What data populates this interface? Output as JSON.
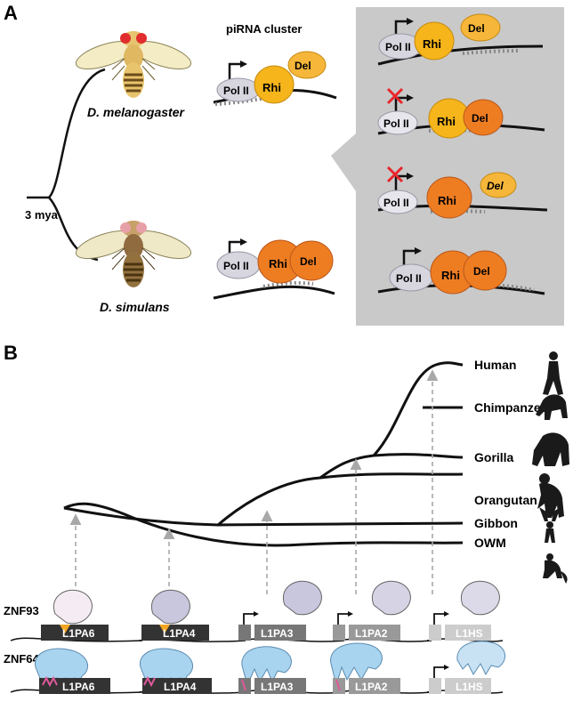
{
  "panel_a": {
    "letter": "A",
    "time": "3  mya",
    "cluster_title": "piRNA cluster",
    "species_1": "D. melanogaster",
    "species_2": "D. simulans",
    "pol_label": "Pol II",
    "rhi_label": "Rhi",
    "del_label": "Del",
    "colors": {
      "mel_rhi": "#f5b51b",
      "sim_rhi": "#ee7d22",
      "del_light": "#f6b63a",
      "pol": "#d7d5de",
      "box": "#c9c9c9",
      "inhibit": "#e8262b"
    }
  },
  "panel_b": {
    "letter": "B",
    "taxa": [
      "Human",
      "Chimpanzee",
      "Gorilla",
      "Orangutan",
      "Gibbon",
      "OWM"
    ],
    "znf_1": "ZNF93",
    "znf_2": "ZNF649",
    "elements": [
      "L1PA6",
      "L1PA4",
      "L1PA3",
      "L1PA2",
      "L1HS"
    ],
    "colors": {
      "znf93": "#c9c7de",
      "znf649": "#a9d4ef",
      "mutation": "#e0589a",
      "arrow": "#a8a8a8"
    }
  }
}
